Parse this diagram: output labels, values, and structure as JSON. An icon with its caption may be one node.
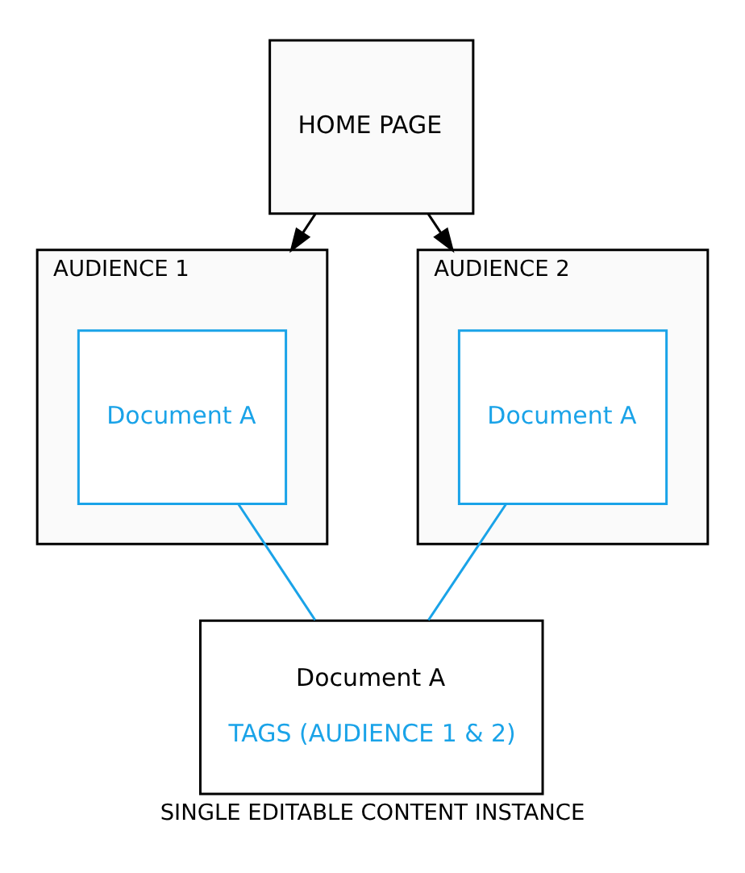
{
  "diagram": {
    "caption": "SINGLE EDITABLE CONTENT INSTANCE",
    "nodes": [
      {
        "text": [
          "HOME PAGE"
        ]
      },
      {
        "text": [
          "AUDIENCE 1"
        ]
      },
      {
        "text": [
          "Document A"
        ],
        "in": 1
      },
      {
        "text": [
          "AUDIENCE 2"
        ]
      },
      {
        "text": [
          "Document A"
        ],
        "in": 3
      },
      {
        "text": [
          "Document A",
          "TAGS (AUDIENCE 1 & 2)"
        ]
      }
    ],
    "edges": [
      {
        "from": 0,
        "to": 1,
        "arrow": "to"
      },
      {
        "from": 0,
        "to": 3,
        "arrow": "to"
      },
      {
        "from": 2,
        "to": 5,
        "arrow": "none",
        "color": "#1aa3e8"
      },
      {
        "from": 4,
        "to": 5,
        "arrow": "none",
        "color": "#1aa3e8"
      }
    ]
  }
}
